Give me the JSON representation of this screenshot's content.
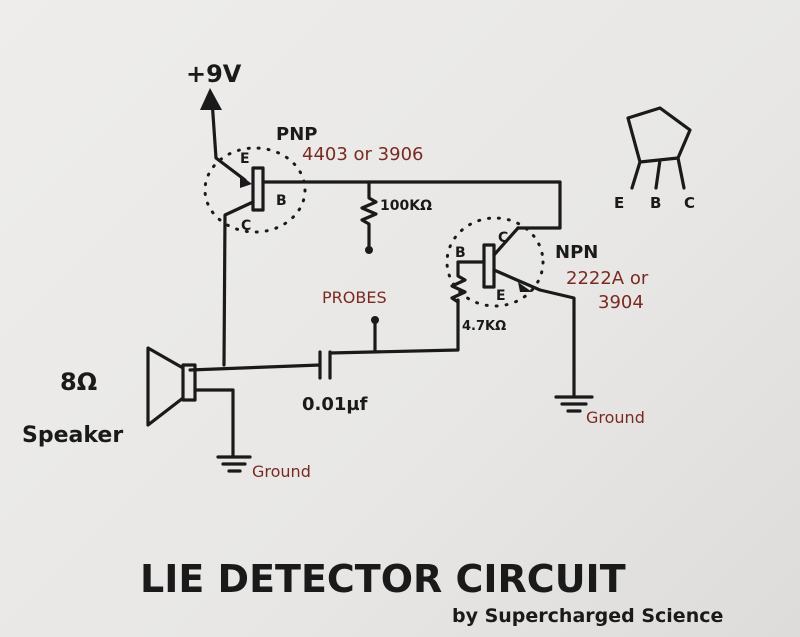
{
  "title": "LIE DETECTOR CIRCUIT",
  "credit": "by Supercharged Science",
  "supply": "+9V",
  "pnp": {
    "type": "PNP",
    "part": "4403 or 3906",
    "e": "E",
    "b": "B",
    "c": "C"
  },
  "npn": {
    "type": "NPN",
    "part_line1": "2222A or",
    "part_line2": "3904",
    "e": "E",
    "b": "B",
    "c": "C"
  },
  "resistor1": "100KΩ",
  "resistor2": "4.7KΩ",
  "probes": "PROBES",
  "capacitor": "0.01µf",
  "speaker": {
    "impedance": "8Ω",
    "label": "Speaker"
  },
  "ground_left": "Ground",
  "ground_right": "Ground",
  "pinout": {
    "e": "E",
    "b": "B",
    "c": "C"
  }
}
